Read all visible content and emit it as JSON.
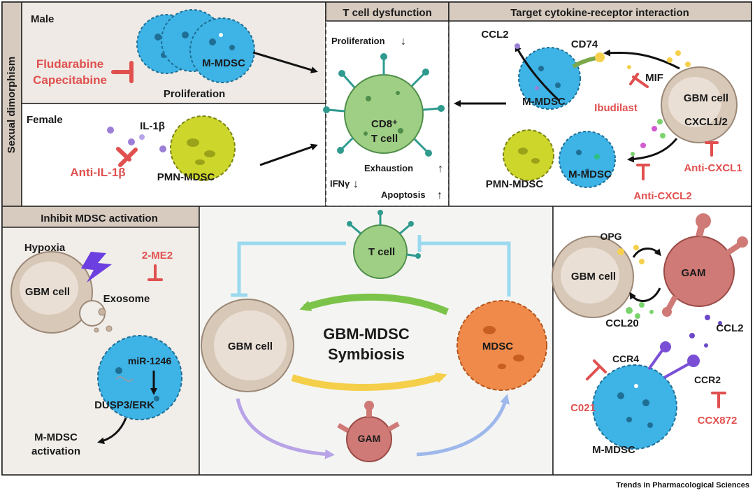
{
  "side_label": "Sexual dimorphism",
  "male": {
    "title": "Male",
    "drugs_line1": "Fludarabine",
    "drugs_line2": "Capecitabine",
    "cell": "M-MDSC",
    "process": "Proliferation"
  },
  "female": {
    "title": "Female",
    "cytokine": "IL-1β",
    "drug": "Anti-IL-1β",
    "cell": "PMN-MDSC"
  },
  "tcell_dysfunction": {
    "title": "T cell dysfunction",
    "proliferation": "Proliferation",
    "cell_line1": "CD8⁺",
    "cell_line2": "T cell",
    "ifn": "IFNγ",
    "exhaustion": "Exhaustion",
    "apoptosis": "Apoptosis"
  },
  "target_panel": {
    "title": "Target cytokine-receptor interaction",
    "ccl2": "CCL2",
    "cd74": "CD74",
    "mif": "MIF",
    "mmdsc": "M-MDSC",
    "ibudilast": "Ibudilast",
    "gbm_cell": "GBM cell",
    "cxcl": "CXCL1/2",
    "pmn_mdsc": "PMN-MDSC",
    "mmdsc2": "M-MDSC",
    "anti_cxcl1": "Anti-CXCL1",
    "anti_cxcl2": "Anti-CXCL2"
  },
  "inhibit_panel": {
    "title": "Inhibit MDSC activation",
    "hypoxia": "Hypoxia",
    "drug": "2-ME2",
    "gbm_cell": "GBM cell",
    "exosome": "Exosome",
    "mirna": "miR-1246",
    "pathway": "DUSP3/ERK",
    "outcome_line1": "M-MDSC",
    "outcome_line2": "activation"
  },
  "center": {
    "tcell": "T cell",
    "gbm_cell": "GBM cell",
    "title_line1": "GBM-MDSC",
    "title_line2": "Symbiosis",
    "mdsc": "MDSC",
    "gam": "GAM"
  },
  "right_panel": {
    "opg": "OPG",
    "gbm_cell": "GBM cell",
    "gam": "GAM",
    "ccl20": "CCL20",
    "ccl2": "CCL2",
    "ccr4": "CCR4",
    "ccr2": "CCR2",
    "c021": "C021",
    "ccx872": "CCX872",
    "mmdsc": "M-MDSC"
  },
  "footer": "Trends in Pharmacological Sciences",
  "colors": {
    "blue_cell": "#3db3e6",
    "yellow_cell": "#cdd62a",
    "green_cell": "#9fcf84",
    "orange_cell": "#f08a4a",
    "gam_cell": "#cf7a76",
    "gbm_cell": "#d8c8b8",
    "panel_header": "#d7cbc0",
    "inhibitor_red": "#e0504f"
  }
}
